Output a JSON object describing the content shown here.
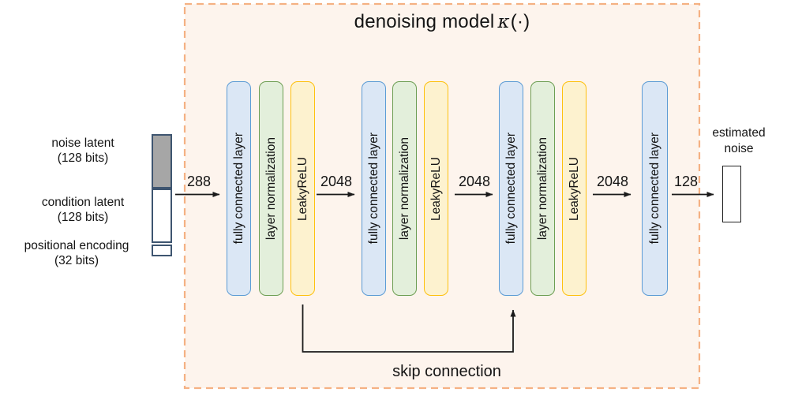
{
  "diagram": {
    "title": {
      "text": "denoising model",
      "symbol": "κ",
      "symbol_suffix": "(·)"
    },
    "inputs": [
      {
        "label": "noise latent",
        "size": "(128 bits)"
      },
      {
        "label": "condition latent",
        "size": "(128 bits)"
      },
      {
        "label": "positional encoding",
        "size": "(32 bits)"
      }
    ],
    "blocks": [
      {
        "layers": [
          "fully connected layer",
          "layer normalization",
          "LeakyReLU"
        ]
      },
      {
        "layers": [
          "fully connected layer",
          "layer normalization",
          "LeakyReLU"
        ]
      },
      {
        "layers": [
          "fully connected layer",
          "layer normalization",
          "LeakyReLU"
        ]
      }
    ],
    "output_layer": "fully connected layer",
    "dims": [
      "288",
      "2048",
      "2048",
      "2048",
      "128"
    ],
    "skip_label": "skip connection",
    "output": {
      "line1": "estimated",
      "line2": "noise"
    },
    "colors": {
      "fc_fill": "#dbe7f5",
      "fc_border": "#5b9bd5",
      "ln_fill": "#e3efdb",
      "ln_border": "#6d9e53",
      "act_fill": "#fdf2cf",
      "act_border": "#fec10d",
      "boundary": "#f5b183",
      "panel_bg": "#fdf4ed",
      "noise_fill": "#a6a6a6",
      "stack_border": "#3e5570",
      "ink": "#1a1a1a"
    }
  }
}
